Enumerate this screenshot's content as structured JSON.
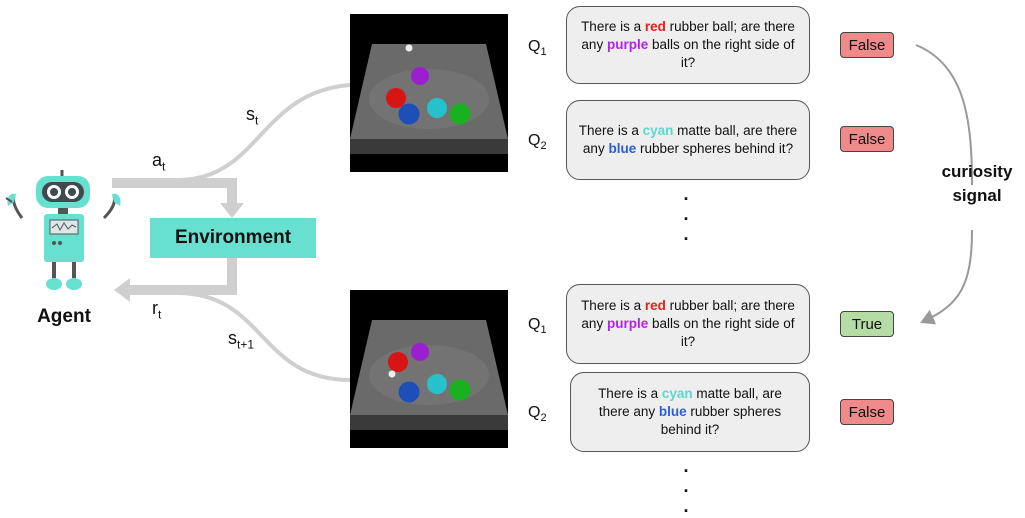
{
  "agent": {
    "label": "Agent",
    "icon": "robot-icon"
  },
  "environment": {
    "label": "Environment",
    "color": "#68e0cf"
  },
  "signals": {
    "action": {
      "base": "a",
      "sub": "t"
    },
    "reward": {
      "base": "r",
      "sub": "t"
    },
    "state": {
      "base": "s",
      "sub": "t"
    },
    "next_state": {
      "base": "s",
      "sub": "t+1"
    }
  },
  "top_questions": [
    {
      "label": {
        "base": "Q",
        "sub": "1"
      },
      "parts": [
        "There is a ",
        "red",
        " rubber ball; are there any ",
        "purple",
        " balls on the right side of it?"
      ],
      "answer": "False"
    },
    {
      "label": {
        "base": "Q",
        "sub": "2"
      },
      "parts": [
        "There is a ",
        "cyan",
        " matte ball, are there any ",
        "blue",
        " rubber spheres behind it?"
      ],
      "answer": "False"
    }
  ],
  "bottom_questions": [
    {
      "label": {
        "base": "Q",
        "sub": "1"
      },
      "parts": [
        "There is a ",
        "red",
        " rubber ball; are there any ",
        "purple",
        " balls on the right side of it?"
      ],
      "answer": "True"
    },
    {
      "label": {
        "base": "Q",
        "sub": "2"
      },
      "parts": [
        "There is a ",
        "cyan",
        " matte ball, are there any ",
        "blue",
        " rubber spheres behind it?"
      ],
      "answer": "False"
    }
  ],
  "ellipsis": ".",
  "curiosity": {
    "line1": "curiosity",
    "line2": "signal"
  },
  "colors": {
    "false_badge": "#ee8a8a",
    "true_badge": "#b6dca5",
    "arrow_gray": "#cccccc",
    "robot_teal": "#68e0cf"
  }
}
